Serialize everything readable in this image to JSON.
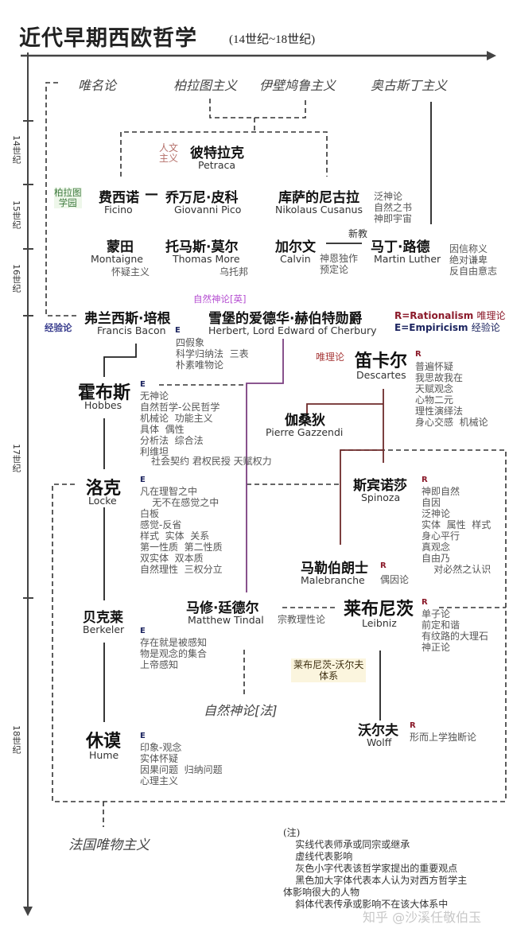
{
  "header": {
    "title": "近代早期西欧哲学",
    "subtitle": "(14世纪~18世纪)"
  },
  "timeline": {
    "centuries": [
      "14世纪",
      "15世纪",
      "16世纪",
      "17世纪",
      "18世纪"
    ]
  },
  "schools_top": {
    "nominalism": "唯名论",
    "platonism": "柏拉图主义",
    "epicureanism": "伊壁鸠鲁主义",
    "augustinianism": "奥古斯丁主义"
  },
  "labels": {
    "humanism": "人文\n主义",
    "platonic_academy": "柏拉图\n学园",
    "protestant": "新教",
    "natural_theology_en": "自然神论[英]",
    "empiricism": "经验论",
    "rationalism_tag": "唯理论",
    "leibniz_wolff": "莱布尼茨-沃尔夫\n体系",
    "natural_theology_fr": "自然神论[法]",
    "french_materialism": "法国唯物主义"
  },
  "legend": {
    "r_code": "R=Rationalism",
    "r_cn": "唯理论",
    "e_code": "E=Empiricism",
    "e_cn": "经验论",
    "colors": {
      "rationalism": "#8b1a2a",
      "empiricism": "#1d2560"
    }
  },
  "philosophers": {
    "petrarca": {
      "cn": "彼特拉克",
      "en": "Petraca"
    },
    "ficino": {
      "cn": "费西诺",
      "en": "Ficino"
    },
    "dash": "—",
    "pico": {
      "cn": "乔万尼·皮科",
      "en": "Giovanni Pico"
    },
    "cusanus": {
      "cn": "库萨的尼古拉",
      "en": "Nikolaus Cusanus",
      "ideas": "泛神论\n自然之书\n神即宇宙"
    },
    "montaigne": {
      "cn": "蒙田",
      "en": "Montaigne",
      "ideas": "怀疑主义"
    },
    "more": {
      "cn": "托马斯·莫尔",
      "en": "Thomas More",
      "ideas": "乌托邦"
    },
    "calvin": {
      "cn": "加尔文",
      "en": "Calvin",
      "ideas": "神恩独作\n预定论"
    },
    "luther": {
      "cn": "马丁·路德",
      "en": "Martin Luther",
      "ideas": "因信称义\n绝对谦卑\n反自由意志"
    },
    "bacon": {
      "cn": "弗兰西斯·培根",
      "en": "Francis Bacon",
      "tag": "E",
      "ideas": "四假象\n科学归纳法  三表\n朴素唯物论"
    },
    "herbert": {
      "cn": "雪堡的爱德华·赫伯特勋爵",
      "en": "Herbert, Lord Edward of Cherbury"
    },
    "descartes": {
      "cn": "笛卡尔",
      "en": "Descartes",
      "tag": "R",
      "ideas": "普遍怀疑\n我思故我在\n天赋观念\n心物二元\n理性演绎法\n身心交感  机械论"
    },
    "hobbes": {
      "cn": "霍布斯",
      "en": "Hobbes",
      "tag": "E",
      "ideas": "无神论\n自然哲学-公民哲学\n机械论  功能主义\n具体  偶性\n分析法  综合法\n利维坦",
      "ideas_extra": "社会契约  君权民授  天赋权力"
    },
    "gassendi": {
      "cn": "伽桑狄",
      "en": "Pierre Gazzendi"
    },
    "locke": {
      "cn": "洛克",
      "en": "Locke",
      "tag": "E",
      "ideas": "凡在理智之中\n    无不在感觉之中\n白板\n感觉-反省\n样式  实体  关系\n第一性质  第二性质\n双实体  双本质\n自然理性  三权分立"
    },
    "spinoza": {
      "cn": "斯宾诺莎",
      "en": "Spinoza",
      "tag": "R",
      "ideas": "神即自然\n自因\n泛神论\n实体  属性  样式\n身心平行\n真观念\n自由乃\n    对必然之认识"
    },
    "malebranche": {
      "cn": "马勒伯朗士",
      "en": "Malebranche",
      "tag": "R",
      "ideas": "偶因论"
    },
    "berkeley": {
      "cn": "贝克莱",
      "en": "Berkeler",
      "tag": "E",
      "ideas": "存在就是被感知\n物是观念的集合\n上帝感知"
    },
    "tindal": {
      "cn": "马修·廷德尔",
      "en": "Matthew Tindal",
      "ideas": "宗教理性论"
    },
    "leibniz": {
      "cn": "莱布尼茨",
      "en": "Leibniz",
      "tag": "R",
      "ideas": "单子论\n前定和谐\n有纹路的大理石\n神正论"
    },
    "hume": {
      "cn": "休谟",
      "en": "Hume",
      "tag": "E",
      "ideas": "印象-观念\n实体怀疑\n因果问题  归纳问题\n心理主义"
    },
    "wolff": {
      "cn": "沃尔夫",
      "en": "Wolff",
      "tag": "R",
      "ideas": "形而上学独断论"
    }
  },
  "footnote": {
    "heading": "(注)",
    "lines": [
      "    实线代表师承或同宗或继承",
      "    虚线代表影响",
      "    灰色小字代表该哲学家提出的重要观点",
      "    黑色加大字体代表本人认为对西方哲学主",
      "体影响很大的人物",
      "    斜体代表传承或影响不在该大体系中"
    ]
  },
  "watermark": "知乎 @沙溪任敬伯玉"
}
